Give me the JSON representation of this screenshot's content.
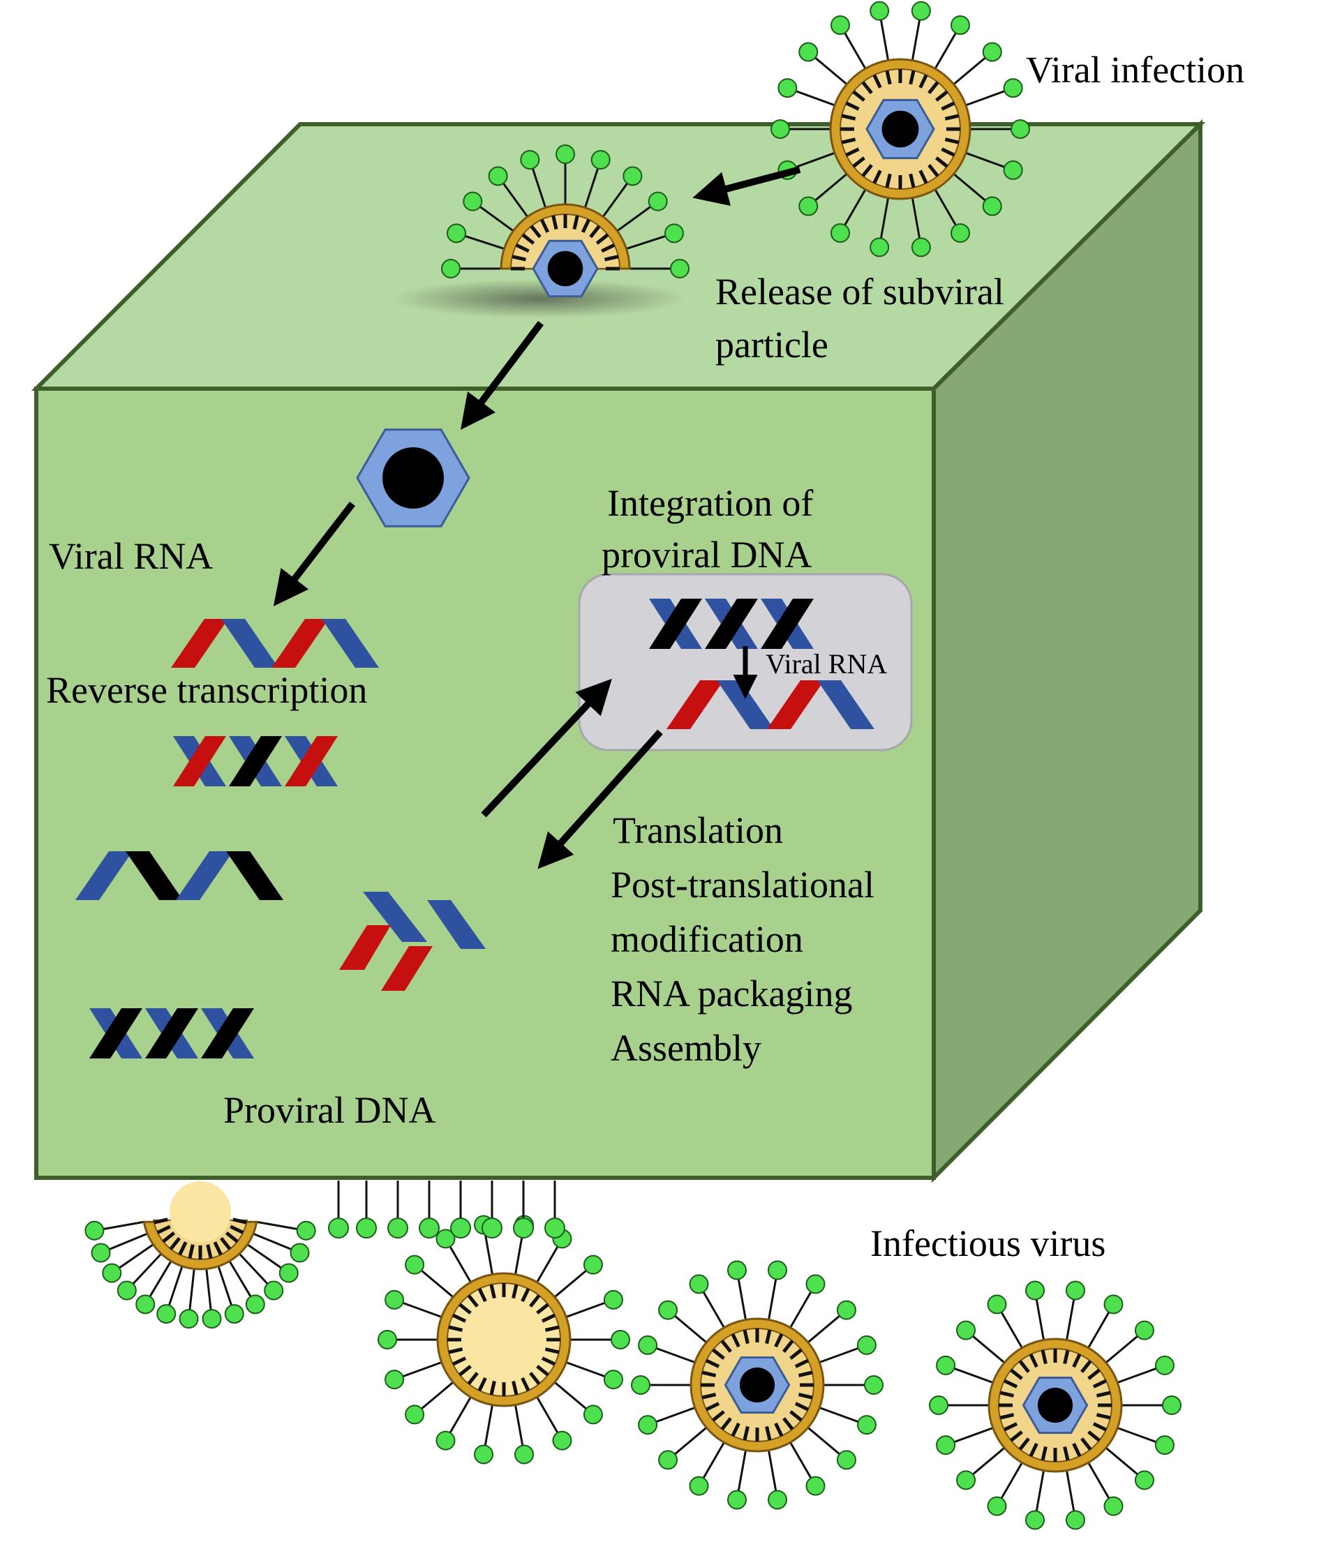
{
  "labels": {
    "viral_infection": "Viral infection",
    "release_line1": "Release of subviral",
    "release_line2": "particle",
    "viral_rna": "Viral RNA",
    "reverse_transcription": "Reverse transcription",
    "integration_line1": "Integration of",
    "integration_line2": "proviral DNA",
    "viral_rna_small": "Viral RNA",
    "translation": "Translation",
    "post_translational": "Post-translational",
    "modification": "modification",
    "rna_packaging": "RNA packaging",
    "assembly": "Assembly",
    "proviral_dna": "Proviral DNA",
    "infectious_virus": "Infectious virus"
  },
  "colors": {
    "cell_front": "#a8d18e",
    "cell_top": "#b5d9a2",
    "cell_side": "#86a973",
    "cell_edge": "#3f5e2a",
    "nucleus": "#d3d2d6",
    "capsid": "#7ea2de",
    "core": "#000000",
    "envelope": "#d5a026",
    "envelope_fill": "#fbe5a3",
    "spike_tip": "#4ee04e",
    "dna_blue": "#2f52a0",
    "dna_red": "#c60f0f",
    "dna_black": "#000000"
  },
  "icons": [
    "virus-particle-icon",
    "capsid-icon",
    "rna-strand-icon",
    "dna-double-helix-icon",
    "arrow-icon"
  ]
}
